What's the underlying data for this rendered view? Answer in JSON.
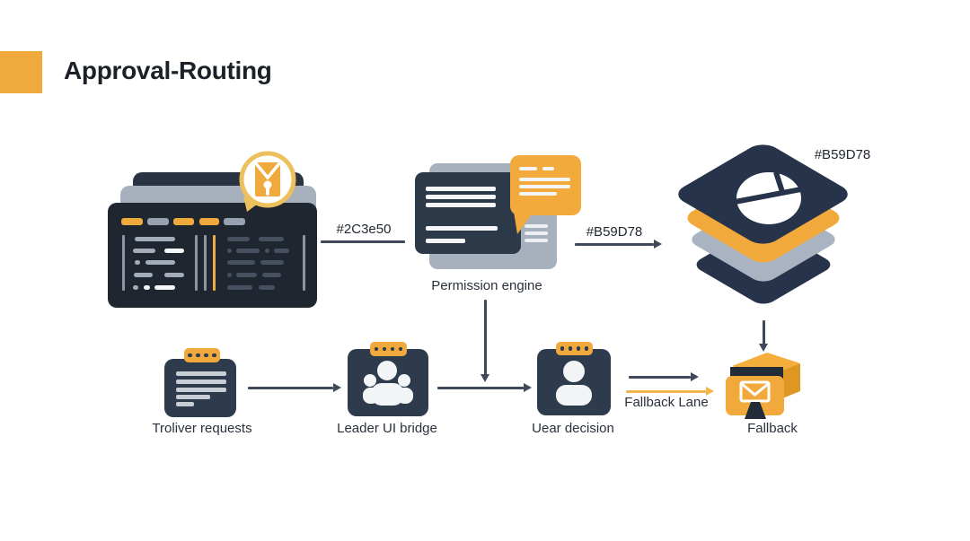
{
  "diagram": {
    "title": "Approval-Routing",
    "colors": {
      "accent": "#F0A93C",
      "navy": "#2C3E50",
      "panel_dark": "#20262F",
      "card_navy": "#2E3B4D",
      "gray": "#A7B1BE",
      "arrow": "#3E4A5A",
      "badge_ring": "#ECC05C"
    },
    "nodes": {
      "permission_engine": {
        "label": "Permission engine"
      },
      "layer_stack": {
        "label": "#B59D78"
      },
      "troliver_requests": {
        "label": "Troliver requests"
      },
      "leader_ui_bridge": {
        "label": "Leader UI bridge"
      },
      "uear_decision": {
        "label": "Uear decision"
      },
      "fallback": {
        "label": "Fallback"
      }
    },
    "edges": {
      "terminal_to_permission": {
        "label": "#2C3e50"
      },
      "permission_to_stack": {
        "label": "#B59D78"
      },
      "decision_to_fallback": {
        "label": "Fallback Lane"
      }
    },
    "icons": {
      "badge": "mail-seal-icon",
      "bubble": "chat-bubble-icon",
      "stack_top": "pie-disc-icon",
      "requests": "document-icon",
      "leader": "team-icon",
      "decision": "user-icon",
      "fallback": "mail-monitor-box-icon"
    }
  }
}
